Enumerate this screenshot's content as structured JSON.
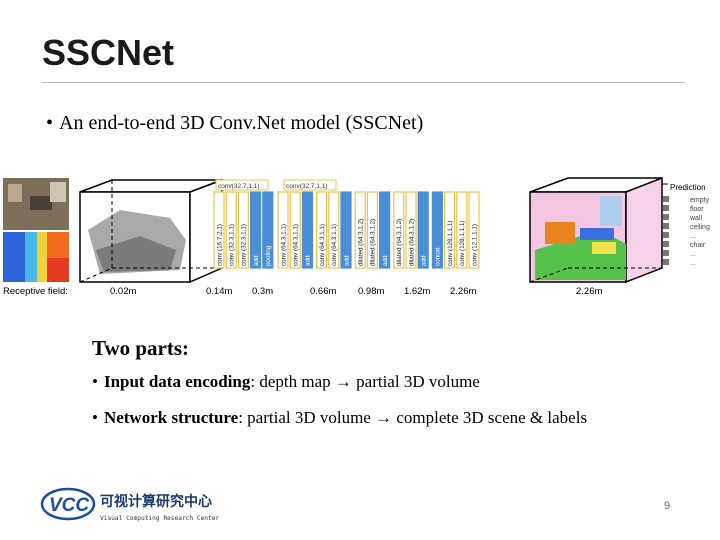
{
  "slide": {
    "title": "SSCNet",
    "bullet": "An end-to-end 3D Conv.Net model (SSCNet)",
    "parts_heading": "Two parts:",
    "parts": [
      {
        "label": "Input data encoding",
        "text": ": depth map → partial 3D volume"
      },
      {
        "label": "Network structure",
        "text": ": partial 3D volume → complete 3D scene & labels"
      }
    ],
    "page_number": "9"
  },
  "figure": {
    "receptive_field_label": "Receptive field:",
    "scales": [
      "0.02m",
      "0.14m",
      "0.3m",
      "0.66m",
      "0.98m",
      "1.62m",
      "2.26m",
      "2.26m"
    ],
    "top_labels": [
      "conv(32,7,1,1)",
      "conv(32,7,1,1)"
    ],
    "layers": [
      "conv (16,7,2,1)",
      "conv (32,3,1,1)",
      "conv (32,3,1,1)",
      "add",
      "pooling",
      "conv (64,3,1,1)",
      "conv (64,3,1,1)",
      "add",
      "conv (64,3,1,1)",
      "conv (64,3,1,1)",
      "add",
      "dilated (64,3,1,2)",
      "dilated (64,3,1,2)",
      "add",
      "dilated (64,3,1,2)",
      "dilated (64,3,1,2)",
      "add",
      "concat",
      "conv (128,1,1,1)",
      "conv (128,1,1,1)",
      "conv (12,1,1,1)"
    ],
    "prediction_label": "Prediction",
    "legend": [
      "empty",
      "floor",
      "wall",
      "ceiling",
      "...",
      "chair",
      "...",
      "..."
    ],
    "colors": {
      "conv": "#f2c14e",
      "add": "#4a8fd6",
      "pooling": "#4a8fd6",
      "concat": "#4a8fd6"
    }
  },
  "logo": {
    "abbr": "VCC",
    "chinese": "可视计算研究中心",
    "english": "Visual Computing Research Center"
  }
}
